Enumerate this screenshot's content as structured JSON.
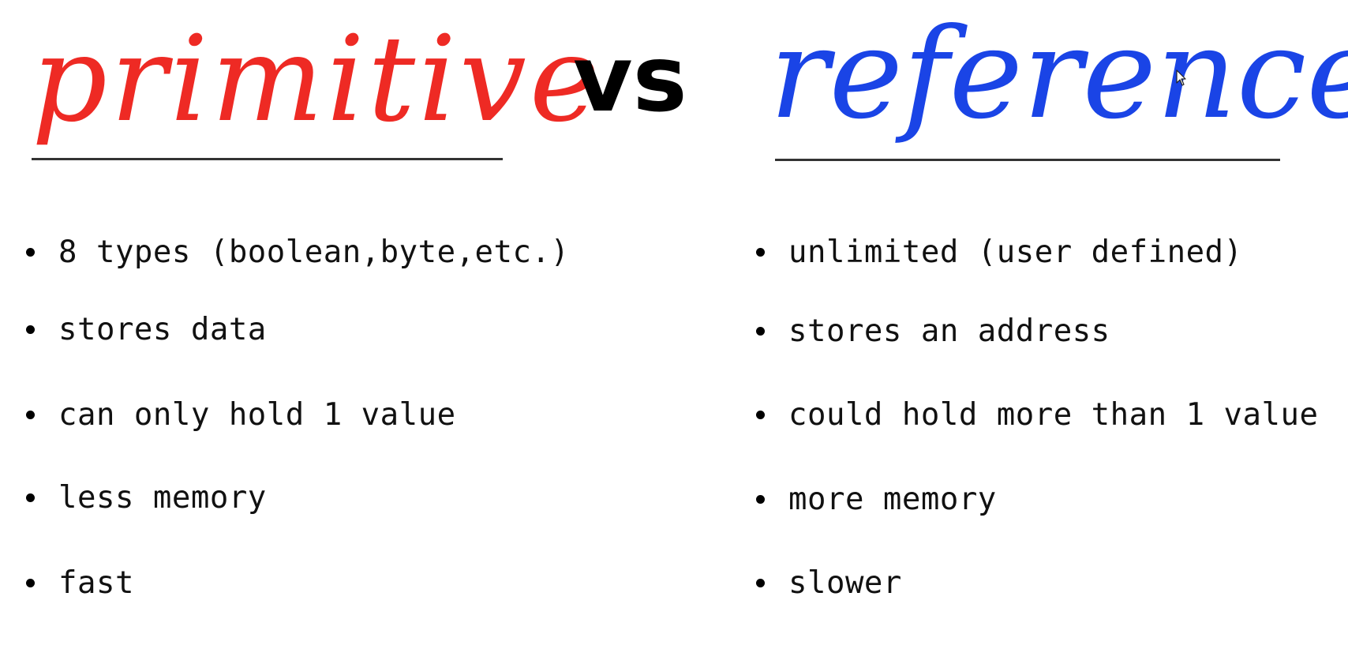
{
  "colors": {
    "primitive": "#ee2a24",
    "reference": "#1a44e6",
    "vs": "#000000"
  },
  "title": {
    "left": "primitive",
    "middle": "vs",
    "right": "reference"
  },
  "primitive": {
    "items": [
      "8 types (boolean,byte,etc.)",
      "stores data",
      "can only hold 1 value",
      "less memory",
      "fast"
    ]
  },
  "reference": {
    "items": [
      "unlimited (user defined)",
      "stores an address",
      "could hold more than 1 value",
      "more memory",
      "slower"
    ]
  },
  "cursor_icon": "mouse-pointer-icon"
}
